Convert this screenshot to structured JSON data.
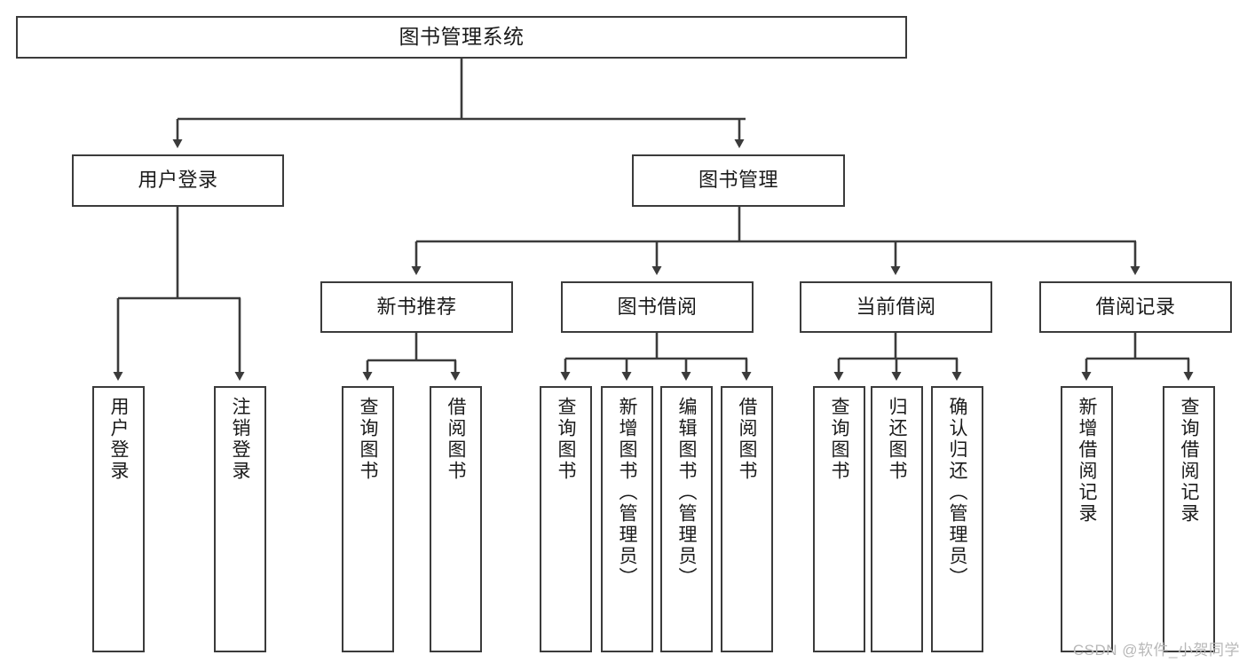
{
  "diagram": {
    "title_node": {
      "id": "root",
      "label": "图书管理系统"
    },
    "level1": [
      {
        "id": "user-login",
        "label": "用户登录"
      },
      {
        "id": "book-manage",
        "label": "图书管理"
      }
    ],
    "level2": [
      {
        "id": "new-book-recommend",
        "label": "新书推荐"
      },
      {
        "id": "book-borrow",
        "label": "图书借阅"
      },
      {
        "id": "current-borrow",
        "label": "当前借阅"
      },
      {
        "id": "borrow-record",
        "label": "借阅记录"
      }
    ],
    "leaves": [
      {
        "id": "leaf-user-login",
        "label": "用户登录",
        "parent": "user-login"
      },
      {
        "id": "leaf-logout",
        "label": "注销登录",
        "parent": "user-login"
      },
      {
        "id": "leaf-query-book-1",
        "label": "查询图书",
        "parent": "new-book-recommend"
      },
      {
        "id": "leaf-borrow-book-1",
        "label": "借阅图书",
        "parent": "new-book-recommend"
      },
      {
        "id": "leaf-query-book-2",
        "label": "查询图书",
        "parent": "book-borrow"
      },
      {
        "id": "leaf-add-book",
        "label": "新增图书（管理员）",
        "parent": "book-borrow"
      },
      {
        "id": "leaf-edit-book",
        "label": "编辑图书（管理员）",
        "parent": "book-borrow"
      },
      {
        "id": "leaf-borrow-book-2",
        "label": "借阅图书",
        "parent": "book-borrow"
      },
      {
        "id": "leaf-query-book-3",
        "label": "查询图书",
        "parent": "current-borrow"
      },
      {
        "id": "leaf-return-book",
        "label": "归还图书",
        "parent": "current-borrow"
      },
      {
        "id": "leaf-confirm-return",
        "label": "确认归还（管理员）",
        "parent": "current-borrow"
      },
      {
        "id": "leaf-add-record",
        "label": "新增借阅记录",
        "parent": "borrow-record"
      },
      {
        "id": "leaf-query-record",
        "label": "查询借阅记录",
        "parent": "borrow-record"
      }
    ],
    "colors": {
      "box_border": "#3b3b3b",
      "box_fill": "#ffffff",
      "edge": "#3b3b3b",
      "text": "#1a1a1a",
      "watermark": "#b8b8b8",
      "background": "#ffffff"
    }
  },
  "watermark": {
    "text": "CSDN @软件_小贺同学"
  }
}
